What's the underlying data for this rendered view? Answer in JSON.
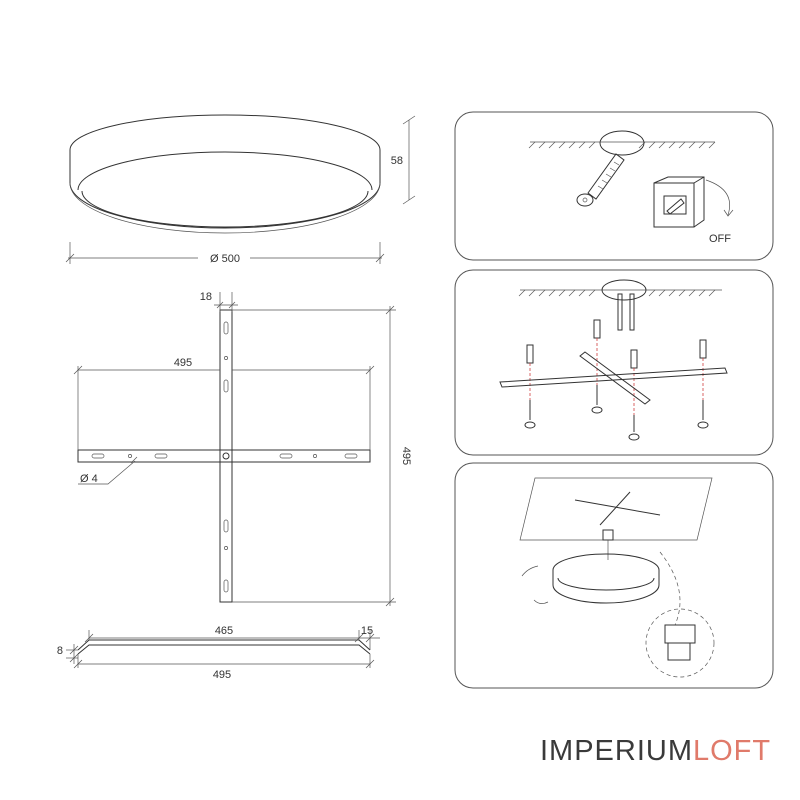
{
  "dimensions": {
    "height": "58",
    "diameter": "Ø 500",
    "bracket_width": "18",
    "bracket_half": "495",
    "bracket_height": "495",
    "hole_diameter": "Ø 4",
    "side_inner": "465",
    "side_end": "15",
    "side_thickness": "8",
    "side_total": "495"
  },
  "steps": {
    "power_off_label": "OFF"
  },
  "brand": {
    "part1": "IMPERIUM",
    "part2": "LOFT",
    "color1": "#3a3a3a",
    "color2": "#e07a6a"
  }
}
